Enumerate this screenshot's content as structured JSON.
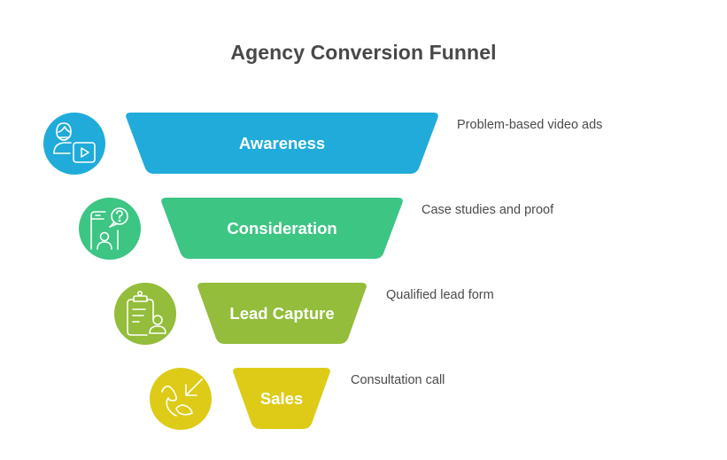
{
  "title": "Agency Conversion Funnel",
  "stages": [
    {
      "label": "Awareness",
      "description": "Problem-based video ads",
      "color": "#20abda",
      "icon": "person-video-icon"
    },
    {
      "label": "Consideration",
      "description": "Case studies and proof",
      "color": "#3dc584",
      "icon": "phone-question-icon"
    },
    {
      "label": "Lead Capture",
      "description": "Qualified lead form",
      "color": "#93bd3a",
      "icon": "clipboard-user-icon"
    },
    {
      "label": "Sales",
      "description": "Consultation call",
      "color": "#decb17",
      "icon": "incoming-call-icon"
    }
  ]
}
